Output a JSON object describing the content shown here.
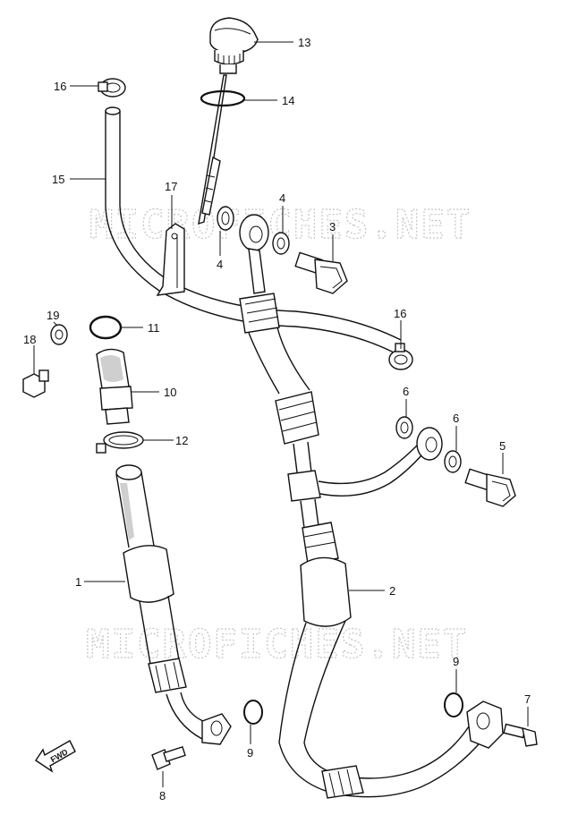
{
  "watermark": "MICROFICHES.NET",
  "fwd_label": "FWD",
  "callouts": {
    "c1": "1",
    "c2": "2",
    "c3": "3",
    "c4a": "4",
    "c4b": "4",
    "c5": "5",
    "c6a": "6",
    "c6b": "6",
    "c7": "7",
    "c8": "8",
    "c9a": "9",
    "c9b": "9",
    "c10": "10",
    "c11": "11",
    "c12": "12",
    "c13": "13",
    "c14": "14",
    "c15": "15",
    "c16a": "16",
    "c16b": "16",
    "c17": "17",
    "c18": "18",
    "c19": "19"
  }
}
